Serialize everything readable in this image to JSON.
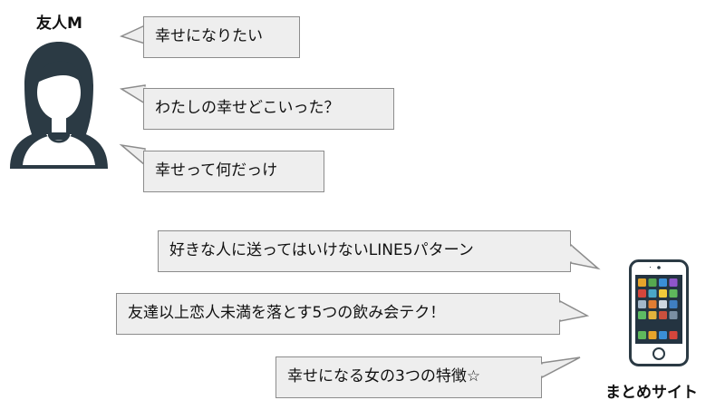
{
  "friend": {
    "label": "友人M",
    "icon": "woman-avatar-icon",
    "messages": [
      "幸せになりたい",
      "わたしの幸せどこいった？",
      "幸せって何だっけ"
    ]
  },
  "site": {
    "label": "まとめサイト",
    "icon": "smartphone-icon",
    "messages": [
      "好きな人に送ってはいけないLINE5パターン",
      "友達以上恋人未満を落とす5つの飲み会テク！",
      "幸せになる女の3つの特徴☆"
    ]
  },
  "colors": {
    "bubble_fill": "#eeeeee",
    "bubble_border": "#8c8c8c",
    "icon_dark": "#2b3a44",
    "screen_dark": "#243441"
  }
}
